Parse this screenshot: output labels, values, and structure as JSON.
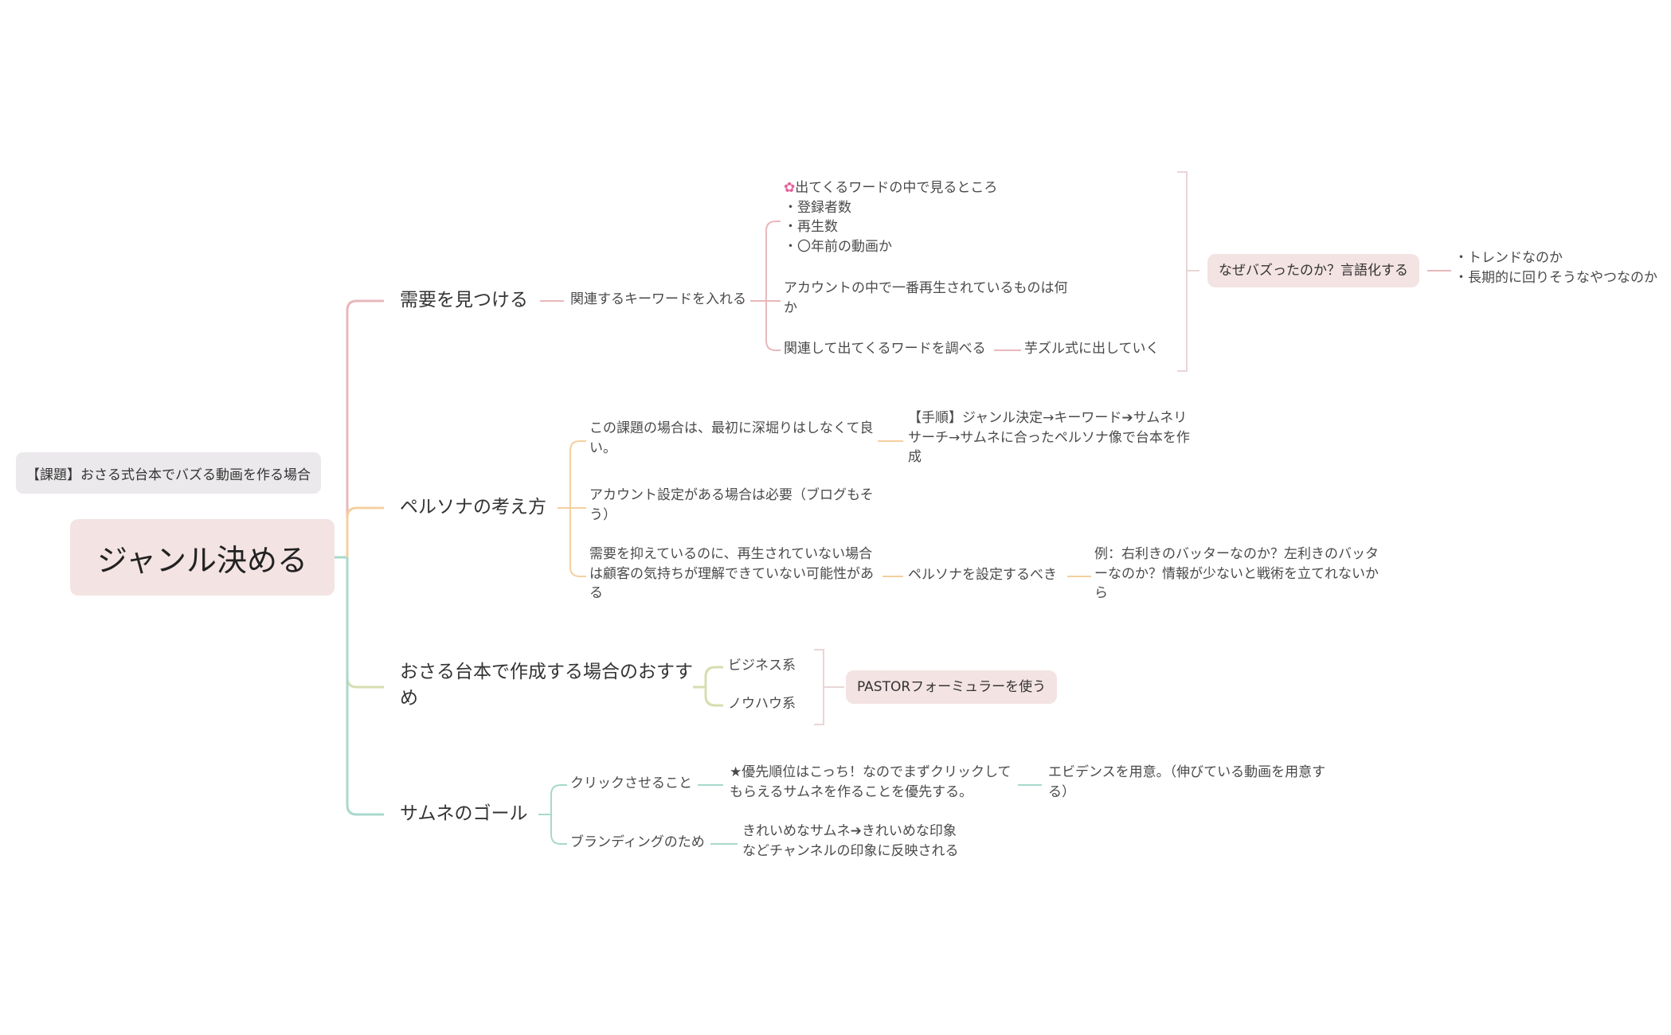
{
  "title": "ジャンル決める",
  "note": "【課題】おさる式台本でバズる動画を作る場合",
  "colors": {
    "branch1": "#e8b8bb",
    "branch2": "#f5cfa0",
    "branch3": "#d6deb0",
    "branch4": "#a9d9cc",
    "root_bg": "#f4e3e3",
    "note_bg": "#ebe9eb",
    "bracket": "#ead5d7",
    "flower": "#e6609a"
  },
  "b1": {
    "label": "需要を見つける",
    "keyword": "関連するキーワードを入れる",
    "words": {
      "flower_icon": "flower-icon",
      "title": "出てくるワードの中で見るところ",
      "lines": [
        "・登録者数",
        "・再生数",
        "・〇年前の動画か"
      ]
    },
    "account": [
      "アカウントの中で一番再生されているものは何",
      "か"
    ],
    "related": "関連して出てくるワードを調べる",
    "chain": "芋ズル式に出していく",
    "verbalize": "なぜバズったのか？言語化する",
    "trend": [
      "・トレンドなのか",
      "・長期的に回りそうなやつなのか"
    ]
  },
  "b2": {
    "label": "ペルソナの考え方",
    "c1": [
      "この課題の場合は、最初に深堀りはしなくて良",
      "い。"
    ],
    "steps": [
      "【手順】ジャンル決定→キーワード➔サムネリ",
      "サーチ→サムネに合ったペルソナ像で台本を作",
      "成"
    ],
    "c2": [
      "アカウント設定がある場合は必要（ブログもそ",
      "う）"
    ],
    "c3": [
      "需要を抑えているのに、再生されていない場合",
      "は顧客の気持ちが理解できていない可能性があ",
      "る"
    ],
    "persona": "ペルソナを設定するべき",
    "example": [
      "例：右利きのバッターなのか？左利きのバッタ",
      "ーなのか？情報が少ないと戦術を立てれないか",
      "ら"
    ]
  },
  "b3": {
    "label": [
      "おさる台本で作成する場合のおすす",
      "め"
    ],
    "business": "ビジネス系",
    "knowhow": "ノウハウ系",
    "pastor": "PASTORフォーミュラーを使う"
  },
  "b4": {
    "label": "サムネのゴール",
    "click": "クリックさせること",
    "priority": [
      "★優先順位はこっち！なのでまずクリックして",
      "もらえるサムネを作ることを優先する。"
    ],
    "evidence": [
      "エビデンスを用意。（伸びている動画を用意す",
      "る）"
    ],
    "branding": "ブランディングのため",
    "impression": [
      "きれいめなサムネ➔きれいめな印象",
      "などチャンネルの印象に反映される"
    ]
  }
}
